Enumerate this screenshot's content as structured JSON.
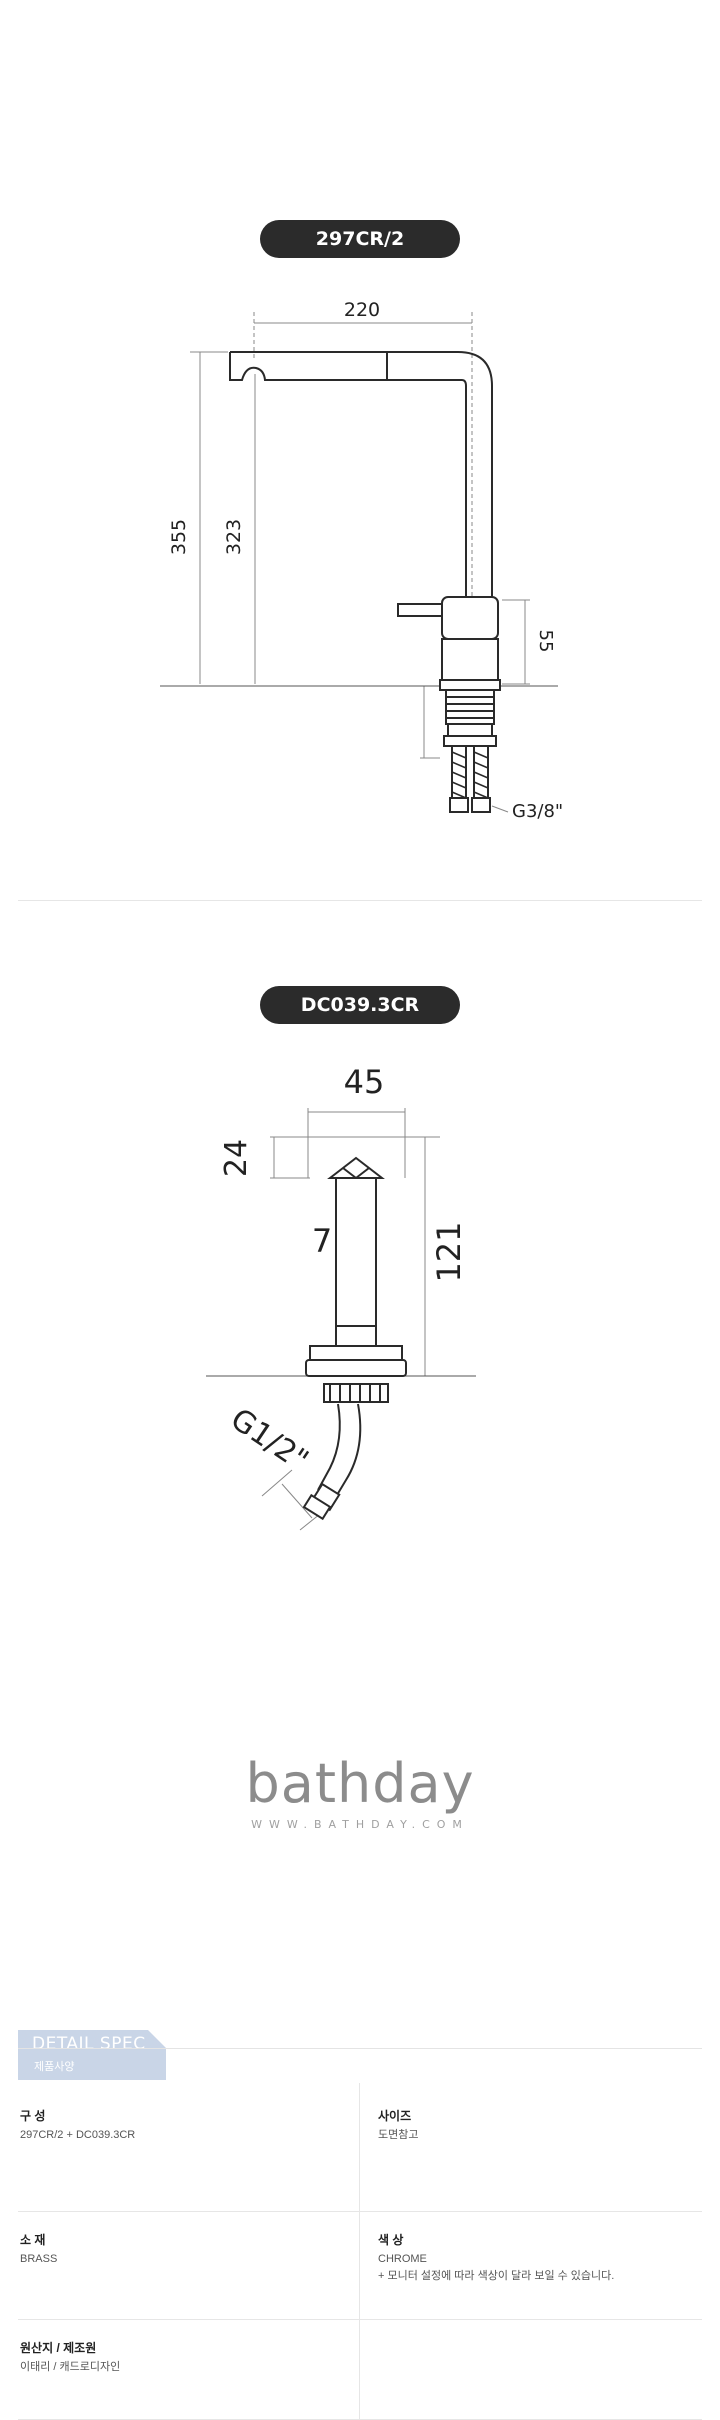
{
  "sections": [
    {
      "model": "297CR/2",
      "dims": {
        "width": "220",
        "height_total": "355",
        "height_spout": "323",
        "lever": "55",
        "thread": "G3/8\""
      }
    },
    {
      "model": "DC039.3CR",
      "dims": {
        "width": "45",
        "head": "24",
        "neck": "7",
        "height": "121",
        "thread": "G1/2\""
      }
    }
  ],
  "logo": {
    "text": "bathday",
    "url": "WWW.BATHDAY.COM"
  },
  "spec": {
    "tab_title": "DETAIL SPEC",
    "tab_subtitle": "제품사양",
    "rows": [
      {
        "left": {
          "label": "구 성",
          "value": "297CR/2 + DC039.3CR"
        },
        "right": {
          "label": "사이즈",
          "value": "도면참고"
        }
      },
      {
        "left": {
          "label": "소 재",
          "value": "BRASS"
        },
        "right": {
          "label": "색 상",
          "value": "CHROME",
          "note": "+ 모니터 설정에 따라 색상이 달라 보일 수 있습니다."
        }
      },
      {
        "left": {
          "label": "원산지 / 제조원",
          "value": "이태리 / 캐드로디자인"
        },
        "right": {
          "label": "",
          "value": ""
        }
      }
    ]
  },
  "colors": {
    "pill": "#2b2b2b",
    "tab": "#c9d5e7",
    "line": "#2a2a2a",
    "logo": "#8c8c8c"
  }
}
